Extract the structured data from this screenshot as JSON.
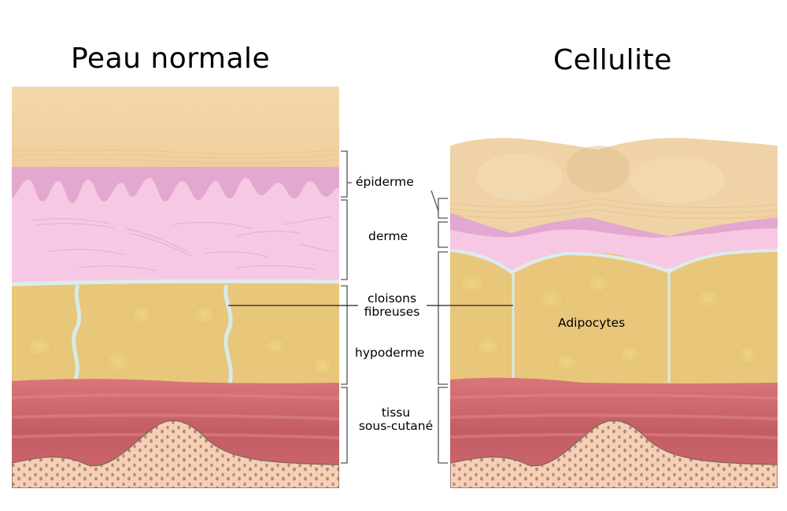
{
  "titles": {
    "left": "Peau normale",
    "right": "Cellulite"
  },
  "labels": {
    "epidermis": "épiderme",
    "dermis": "derme",
    "fibrous_septa_line1": "cloisons",
    "fibrous_septa_line2": "fibreuses",
    "hypodermis": "hypoderme",
    "subcutaneous_line1": "tissu",
    "subcutaneous_line2": "sous-cutané",
    "adipocytes": "Adipocytes"
  },
  "colors": {
    "surface": "#f2d6a8",
    "epidermis_dark": "#e3a8cf",
    "dermis": "#f6c6e2",
    "fat": "#e8c777",
    "septa": "#dcecec",
    "muscle": "#c8646a",
    "bone": "#f6cfb5",
    "bone_dots": "#a88a78"
  }
}
